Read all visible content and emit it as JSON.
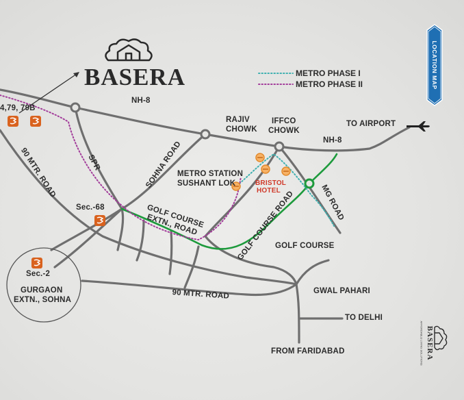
{
  "brand": {
    "name": "BASERA",
    "small_name": "BASERA",
    "small_tagline": "AFFORDABLE LIVING SOLUTIONS",
    "logo_icon": "house-cloud-logo"
  },
  "badge": {
    "label": "LOCATION MAP",
    "color": "#1f6fb3"
  },
  "legend": {
    "metro_phase_1": "METRO PHASE I",
    "metro_phase_2": "METRO PHASE II",
    "metro_phase_1_color": "#3fb0b0",
    "metro_phase_2_color": "#a23c9a"
  },
  "colors": {
    "road": "#6f6f6f",
    "golf_course_road": "#1d9a3c",
    "marker": "#d9621e",
    "metro_station": "#f0a040"
  },
  "labels": {
    "nh8_west": "NH-8",
    "nh8_east": "NH-8",
    "rajiv_chowk_1": "RAJIV",
    "rajiv_chowk_2": "CHOWK",
    "iffco_chowk_1": "IFFCO",
    "iffco_chowk_2": "CHOWK",
    "to_airport": "TO AIRPORT",
    "spr": "SPR",
    "sohna_road": "SOHNA ROAD",
    "ninety_mtr_road_diag": "90 MTR. ROAD",
    "ninety_mtr_road_bottom": "90 MTR. ROAD",
    "metro_station_1": "METRO STATION",
    "metro_station_2": "SUSHANT LOK",
    "bristol_hotel_1": "BRISTOL",
    "bristol_hotel_2": "HOTEL",
    "mg_road": "MG ROAD",
    "golf_course_extn_1": "GOLF COURSE",
    "golf_course_extn_2": "EXTN., ROAD",
    "golf_course_road": "GOLF COURSE ROAD",
    "golf_course": "GOLF COURSE",
    "gwal_pahari": "GWAL PAHARI",
    "to_delhi": "TO DELHI",
    "from_faridabad": "FROM FARIDABAD",
    "sec_68": "Sec.-68",
    "sec_2": "Sec.-2",
    "gurgaon_extn_1": "GURGAON",
    "gurgaon_extn_2": "EXTN., SOHNA",
    "sectors_79": "4,79, 79B"
  }
}
